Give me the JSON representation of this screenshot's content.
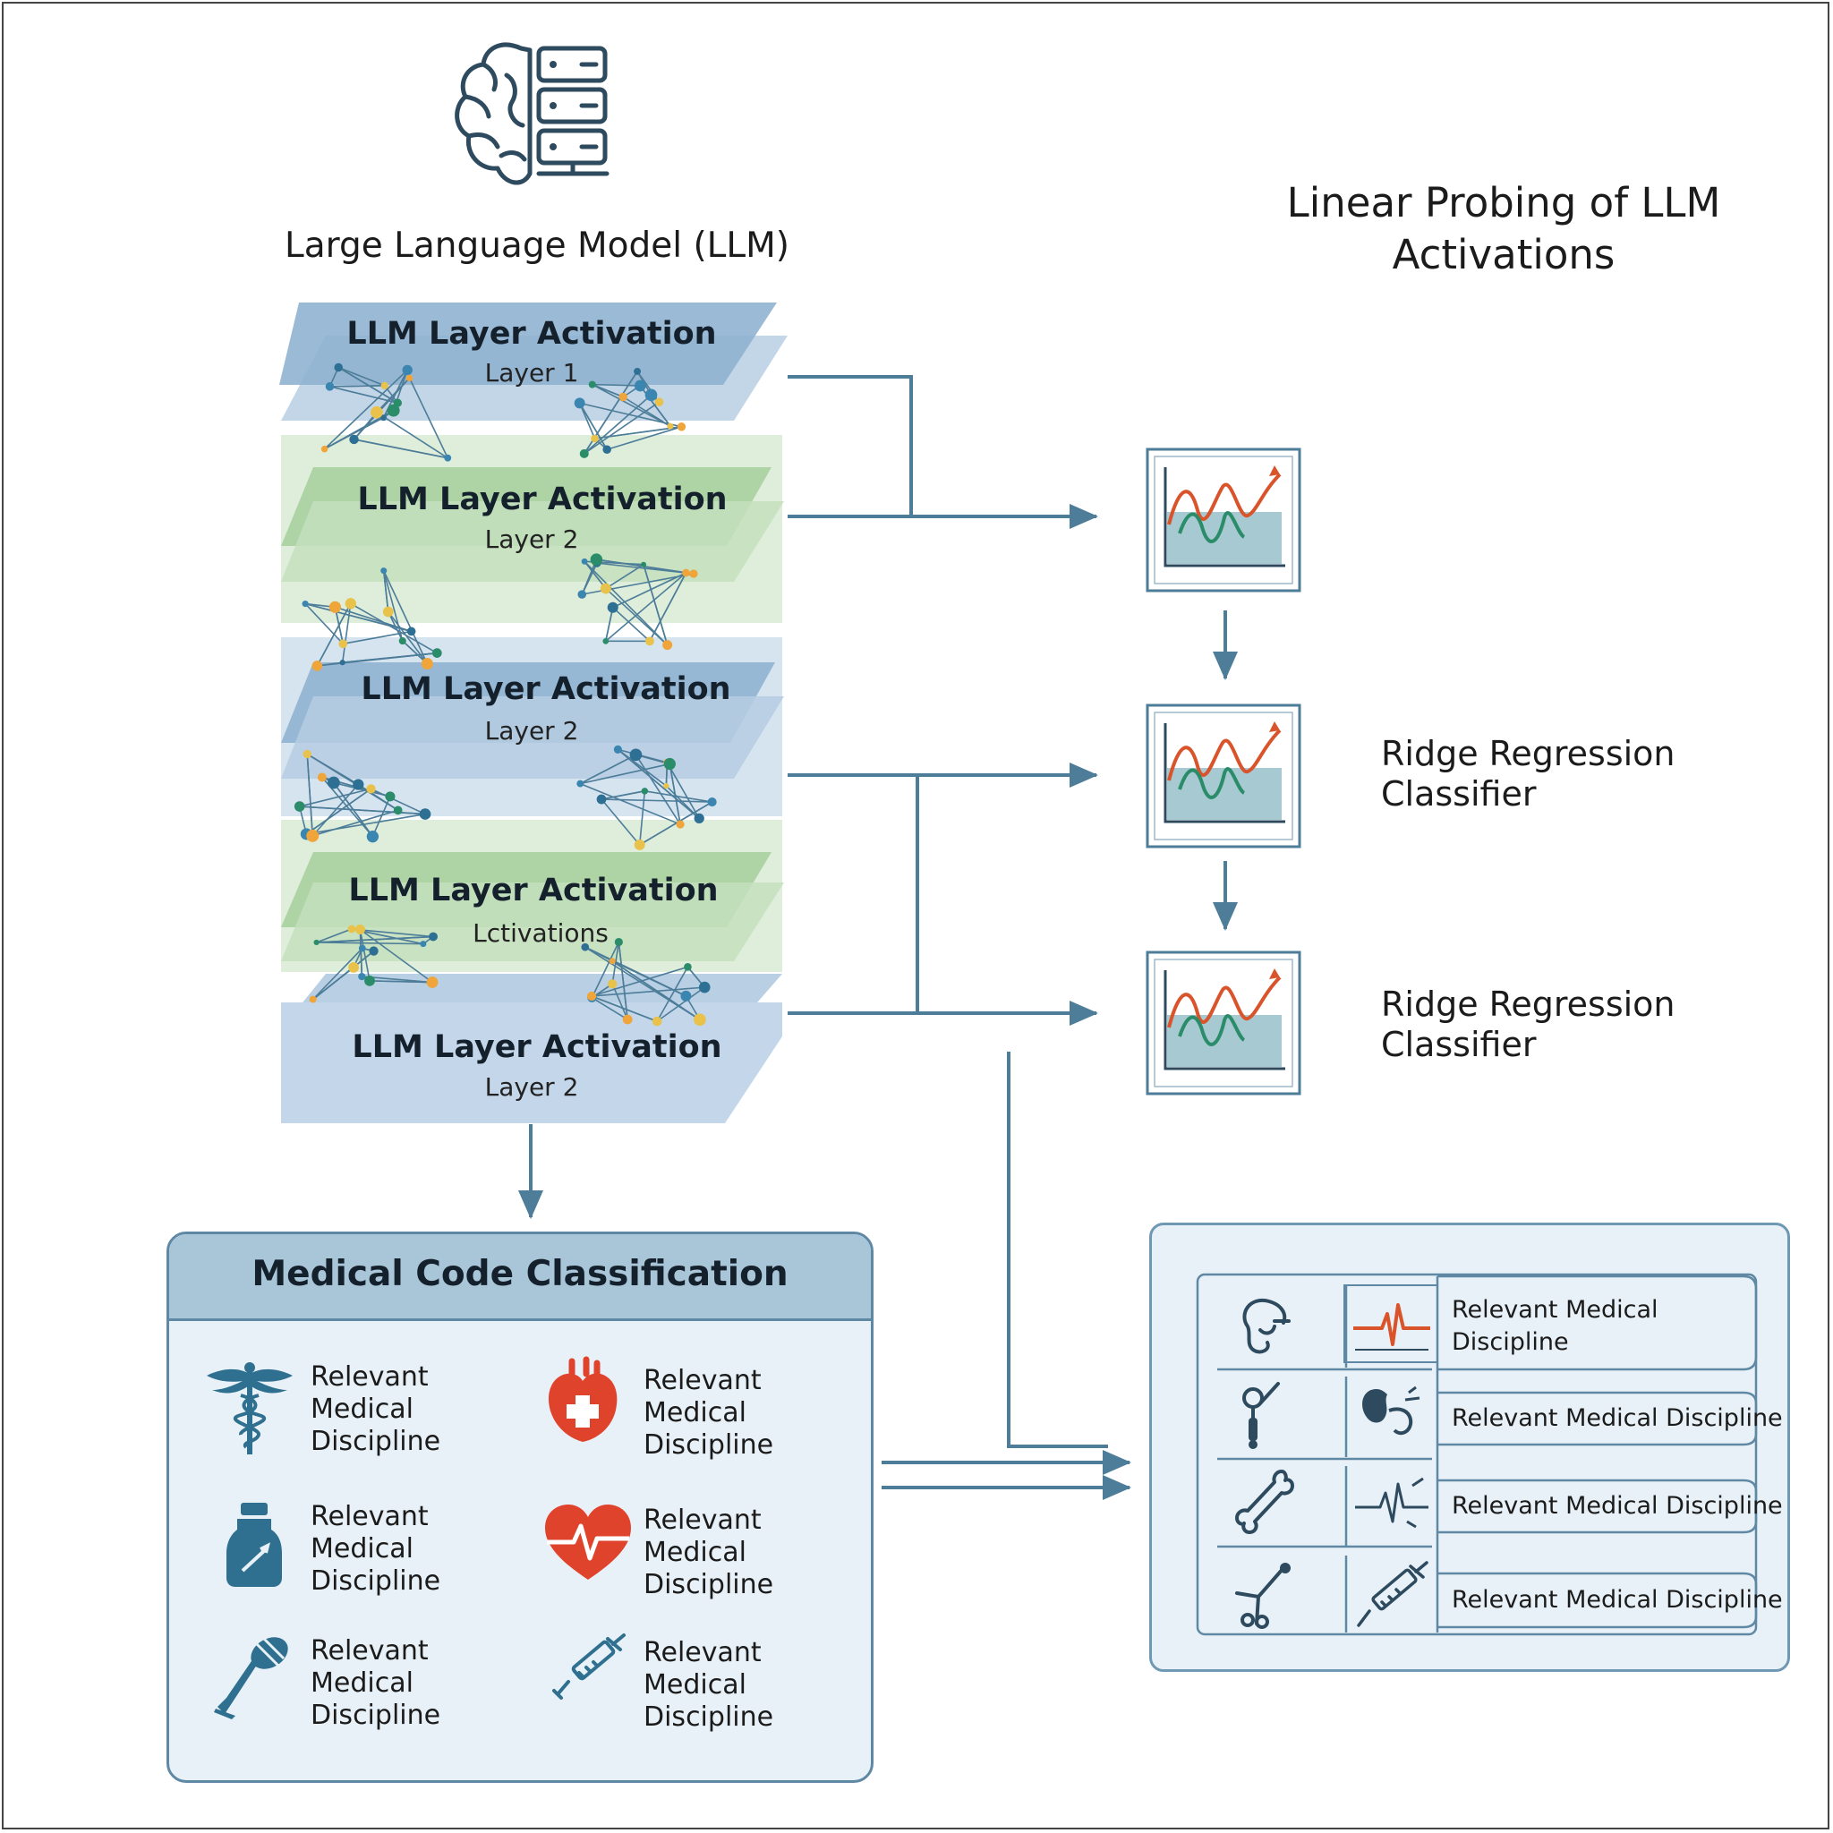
{
  "diagram": {
    "llm_title": "Large Language Model (LLM)",
    "probe_title": "Linear Probing of LLM Activations",
    "layers": [
      {
        "title": "LLM Layer Activation",
        "subtitle": "Layer 1",
        "color": "#8fb3d0"
      },
      {
        "title": "LLM Layer Activation",
        "subtitle": "Layer 2",
        "color": "#a9cf9e"
      },
      {
        "title": "LLM Layer Activation",
        "subtitle": "Layer 2",
        "color": "#8fb3d0"
      },
      {
        "title": "LLM Layer Activation",
        "subtitle": "Lctivations",
        "color": "#a9cf9e"
      },
      {
        "title": "LLM Layer Activation",
        "subtitle": "Layer 2",
        "color": "#a9c5de"
      }
    ],
    "classifiers": [
      {
        "label": ""
      },
      {
        "label": "Ridge Regression Classifier"
      },
      {
        "label": "Ridge Regression Classifier"
      }
    ],
    "medical_panel": {
      "title": "Medical Code Classification",
      "items": [
        {
          "label": "Relevant Medical Discipline",
          "icon": "caduceus-icon"
        },
        {
          "label": "Relevant Medical Discipline",
          "icon": "anatomical-heart-icon"
        },
        {
          "label": "Relevant Medical Discipline",
          "icon": "medicine-bottle-icon"
        },
        {
          "label": "Relevant Medical Discipline",
          "icon": "heartbeat-heart-icon"
        },
        {
          "label": "Relevant Medical Discipline",
          "icon": "reflex-hammer-icon"
        },
        {
          "label": "Relevant Medical Discipline",
          "icon": "syringe-icon"
        }
      ]
    },
    "result_panel": {
      "rows": [
        {
          "label": "Relevant Medical Discipline",
          "icons": [
            "stethoscope-icon",
            "ecg-icon"
          ]
        },
        {
          "label": "Relevant Medical Discipline",
          "icons": [
            "otoscope-icon",
            "kidney-icon"
          ]
        },
        {
          "label": "Relevant Medical Discipline",
          "icons": [
            "bone-icon",
            "pulse-icon"
          ]
        },
        {
          "label": "Relevant Medical Discipline",
          "icons": [
            "surgical-tool-icon",
            "syringe-icon"
          ]
        }
      ]
    },
    "colors": {
      "accent": "#4d7d99",
      "chart_red": "#d9532b",
      "chart_green": "#2a8c68",
      "alert_red": "#e0432c"
    }
  }
}
